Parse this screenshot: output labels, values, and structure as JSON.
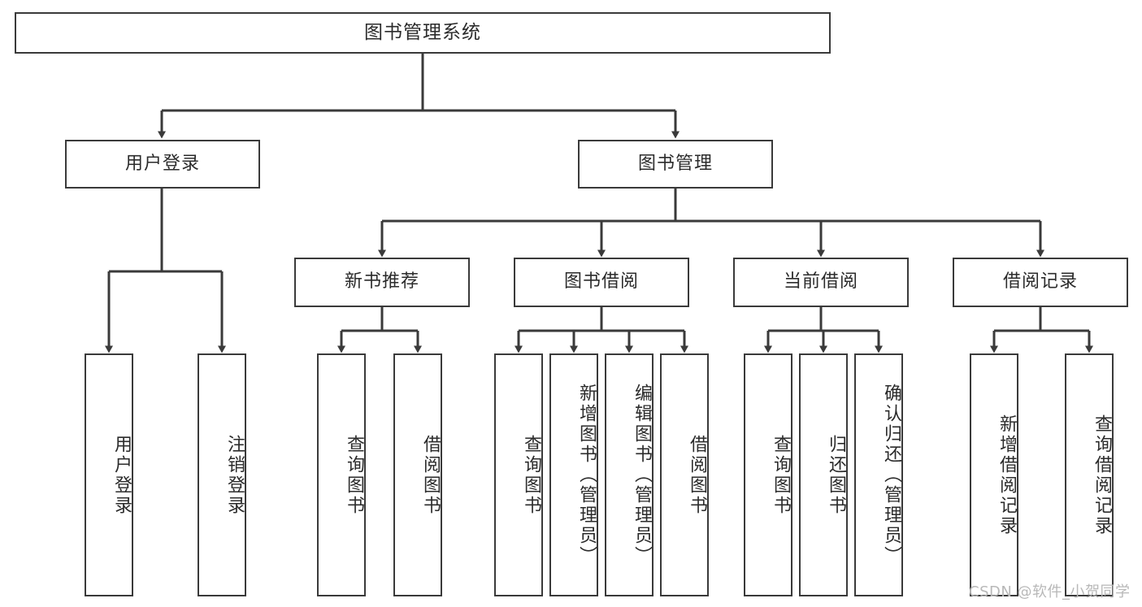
{
  "diagram": {
    "type": "tree",
    "title": "图书管理系统",
    "orientation": "top-down",
    "colors": {
      "box_stroke": "#3a3a3a",
      "box_fill": "#ffffff",
      "connector": "#3a3a3a",
      "text": "#2b2b2b",
      "watermark": "#b8b8b8",
      "background": "#ffffff"
    },
    "nodes": {
      "root": {
        "label": "图书管理系统"
      },
      "level2": [
        {
          "label": "用户登录"
        },
        {
          "label": "图书管理"
        }
      ],
      "level3": [
        {
          "label": "新书推荐"
        },
        {
          "label": "图书借阅"
        },
        {
          "label": "当前借阅"
        },
        {
          "label": "借阅记录"
        }
      ],
      "leaves": {
        "user_login": [
          {
            "label": "用户登录"
          },
          {
            "label": "注销登录"
          }
        ],
        "new_book_recommend": [
          {
            "label": "查询图书"
          },
          {
            "label": "借阅图书"
          }
        ],
        "book_borrow": [
          {
            "label": "查询图书"
          },
          {
            "label": "新增图书（管理员）"
          },
          {
            "label": "编辑图书（管理员）"
          },
          {
            "label": "借阅图书"
          }
        ],
        "current_borrow": [
          {
            "label": "查询图书"
          },
          {
            "label": "归还图书"
          },
          {
            "label": "确认归还（管理员）"
          }
        ],
        "borrow_record": [
          {
            "label": "新增借阅记录"
          },
          {
            "label": "查询借阅记录"
          }
        ]
      }
    }
  },
  "watermark": {
    "text": "CSDN @软件_小贺同学"
  }
}
